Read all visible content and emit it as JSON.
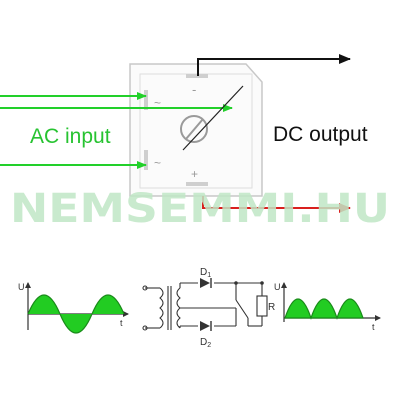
{
  "labels": {
    "ac_input": "AC input",
    "dc_output": "DC output",
    "watermark": "NEMSEMMI.HU"
  },
  "bridge": {
    "pin_marks": [
      "~",
      "~",
      "-",
      "+"
    ]
  },
  "circuit": {
    "d1": "D",
    "d1_sub": "1",
    "d2": "D",
    "d2_sub": "2",
    "r": "R"
  },
  "graphs": {
    "input": {
      "y_axis": "U",
      "x_axis": "t"
    },
    "output": {
      "y_axis": "U",
      "x_axis": "t"
    }
  },
  "colors": {
    "ac_arrow": "#22d02a",
    "ac_text": "#27c331",
    "dc_positive": "#d9201e",
    "dc_negative": "#111111",
    "wave_fill": "#22cc22",
    "watermark": "#bfe6c5",
    "package_stroke": "#bdbdbd"
  },
  "icons": {
    "package_hole": "circle-with-slash",
    "diode": "triangle-bar"
  }
}
